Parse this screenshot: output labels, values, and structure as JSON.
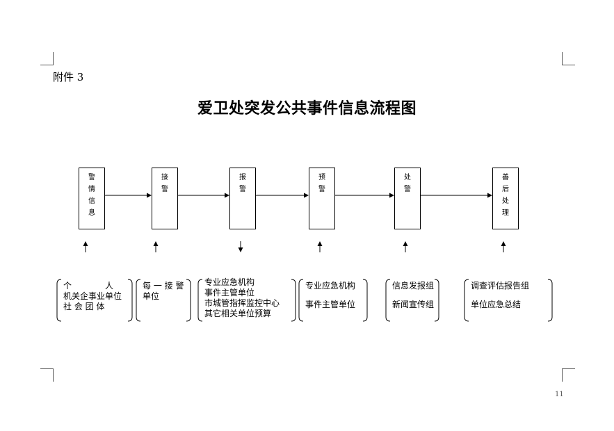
{
  "attachment_label": "附件 3",
  "title": "爱卫处突发公共事件信息流程图",
  "stages": [
    {
      "id": "jingqing",
      "text": [
        "警",
        "情",
        "信",
        "息"
      ]
    },
    {
      "id": "jiejing",
      "text": [
        "接",
        "警"
      ]
    },
    {
      "id": "baojing",
      "text": [
        "报",
        "警"
      ]
    },
    {
      "id": "yujing",
      "text": [
        "预",
        "警"
      ]
    },
    {
      "id": "chujing",
      "text": [
        "处",
        "警"
      ]
    },
    {
      "id": "shanhou",
      "text": [
        "善",
        "后",
        "处",
        "理"
      ]
    }
  ],
  "source_groups": [
    {
      "id": "g1",
      "lines": [
        "个　　　　人",
        "机关企事业单位",
        "社 会 团 体"
      ]
    },
    {
      "id": "g2",
      "lines": [
        "每 一 接 警",
        "单位"
      ]
    },
    {
      "id": "g3",
      "lines": [
        "专业应急机构",
        "事件主管单位",
        "市城管指挥监控中心",
        "其它相关单位预算"
      ]
    },
    {
      "id": "g4",
      "lines": [
        "专业应急机构",
        "",
        "事件主管单位"
      ]
    },
    {
      "id": "g5",
      "lines": [
        "信息发报组",
        "",
        "新闻宣传组"
      ]
    },
    {
      "id": "g6",
      "lines": [
        "调查评估报告组",
        "",
        "单位应急总结"
      ]
    }
  ],
  "page_number": "11"
}
